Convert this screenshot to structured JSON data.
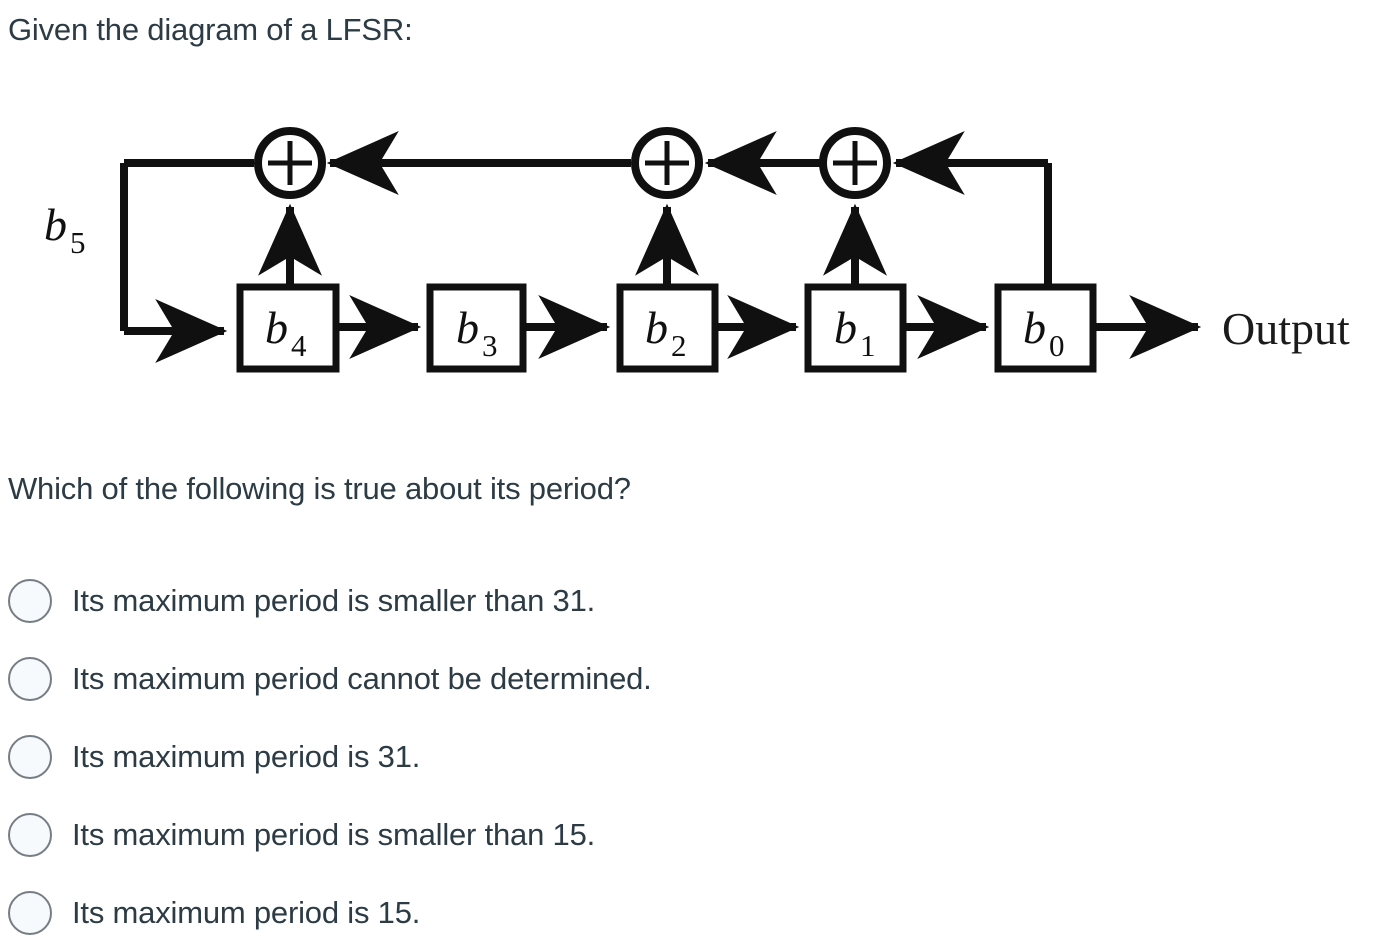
{
  "prompt": "Given the diagram of a LFSR:",
  "question": "Which of the following is true about its period?",
  "diagram": {
    "feedback_label": "b5",
    "output_label": "Output",
    "registers": [
      {
        "base": "b",
        "sub": "4"
      },
      {
        "base": "b",
        "sub": "3"
      },
      {
        "base": "b",
        "sub": "2"
      },
      {
        "base": "b",
        "sub": "1"
      },
      {
        "base": "b",
        "sub": "0"
      }
    ],
    "xor_symbol": "+",
    "xor_count": 3,
    "taps": [
      "b4",
      "b2",
      "b1",
      "b0"
    ],
    "stroke_color": "#101010"
  },
  "options": [
    {
      "label": "Its maximum period is smaller than 31.",
      "selected": false
    },
    {
      "label": "Its maximum period cannot be determined.",
      "selected": false
    },
    {
      "label": "Its maximum period is 31.",
      "selected": false
    },
    {
      "label": "Its maximum period is smaller than 15.",
      "selected": false
    },
    {
      "label": "Its maximum period is 15.",
      "selected": false
    }
  ],
  "colors": {
    "background": "#ffffff",
    "text": "#2d3b45",
    "radio_border": "#767d84",
    "radio_fill": "#f7fafd"
  }
}
